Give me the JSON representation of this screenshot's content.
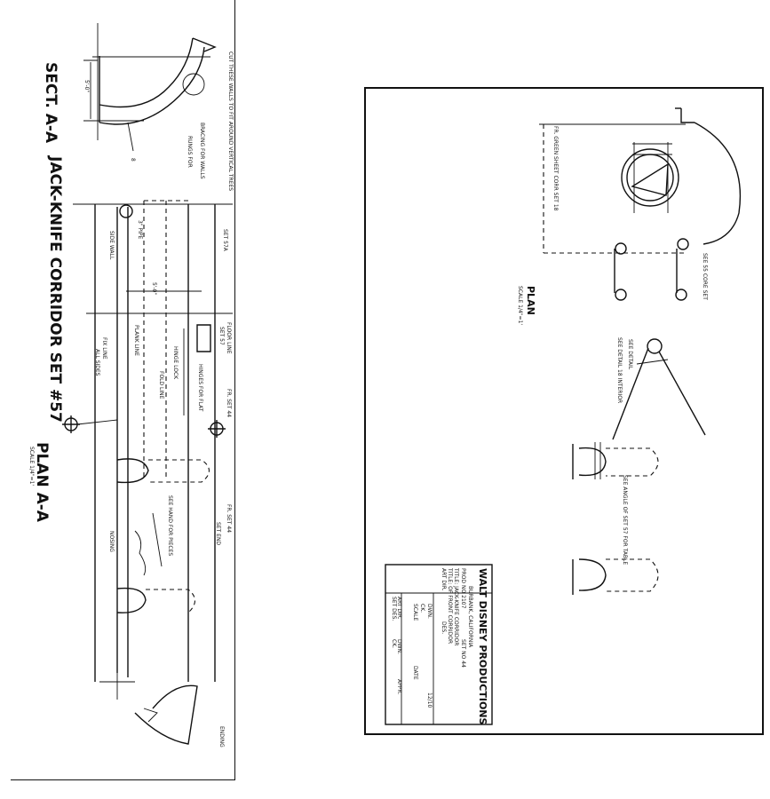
{
  "left_sheet": {
    "title": "JACK-KNIFE CORRIDOR  SET #57",
    "section_label": "SECT. A-A",
    "plan_label": "PLAN A-A",
    "scale_label": "SCALE 1/4\"=1'",
    "notes": {
      "cut_walls": "CUT THESE WALLS TO FIT AROUND VERTICAL TREES",
      "reinforce": "BRACING FOR WALLS",
      "rung": "RUNGS FOR",
      "dim_8": "8",
      "dim_10": "5'-0\"",
      "pipe": "3\" PIPE",
      "side_wall": "SIDE WALL",
      "set_wall": "SET 57A",
      "floor_line": "FLOOR LINE",
      "set_number": "SET 57",
      "brace_line": "PLANK LINE",
      "fix_line": "FIX LINE",
      "all_sides": "ALL SIDES",
      "fold_line": "FOLD LINE",
      "set_44": "FR. SET 44",
      "hinge_lock": "HINGE LOCK",
      "hinge_pin": "HINGES FOR FLAT",
      "see_piece": "SEE HAND FOR PIECES",
      "set_44b": "FR. SET 44",
      "set_end": "SET END",
      "nosing": "NOSING",
      "ending": "ENDING",
      "spread": "5'-0\""
    }
  },
  "right_sheet": {
    "plan_label": "PLAN",
    "scale_label": "SCALE 1/4\"=1'",
    "notes": {
      "frame_note": "FR. GREEN SHEET CORR SET 18",
      "see_core": "SEE 55 CORE SET",
      "see_detail": "SEE DETAIL",
      "ref_note": "SEE ANGLE OF SET 57 FOR TABLE",
      "detail_ref": "SEE DETAIL 18 INTERIOR"
    },
    "title_block": {
      "company": "WALT DISNEY PRODUCTIONS",
      "location": "BURBANK, CALIFORNIA",
      "prod_no": "PROD NO 2107",
      "set_no": "SET NO 44",
      "lines": [
        "TITLE: JACK-KNIFE CORRIDOR",
        "TITLE: OF FRONT CORRIDOR",
        "ART DIR.",
        "DES.",
        "DWN.",
        "CK.",
        "SCALE",
        "DATE"
      ],
      "left_cells": [
        "ART DIR.",
        "SET DES.",
        "DWN.",
        "CK.",
        "APPR."
      ],
      "date": "12/10"
    }
  }
}
